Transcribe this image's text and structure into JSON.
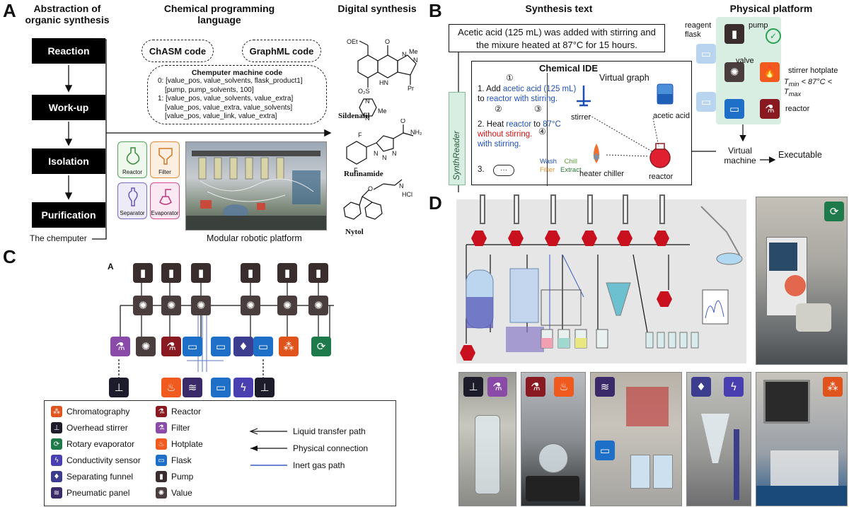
{
  "panelA": {
    "label": "A",
    "col1_title": "Abstraction of organic synthesis",
    "col2_title": "Chemical programming language",
    "col3_title": "Digital synthesis",
    "steps": [
      "Reaction",
      "Work-up",
      "Isolation",
      "Purification"
    ],
    "chempumper_caption": "The chemputer",
    "chasm_label": "ChASM code",
    "graphml_label": "GraphML code",
    "machine_code_title": "Chemputer machine code",
    "machine_code_lines": [
      "0: [value_pos, value_solvents, flask_product1]",
      "[pump, pump_solvents, 100]",
      "1: [value_pos, value_solvents, value_extra]",
      "[value_pos, value_extra, value_solvents]",
      "[value_pos, value_link, value_extra]"
    ],
    "modules": [
      "Reactor",
      "Filter",
      "Separator",
      "Evaporator"
    ],
    "platform_caption": "Modular robotic platform",
    "molecules": [
      "Sildenafil",
      "Rufinamide",
      "Nytol"
    ],
    "sildenafil_labels": [
      "OEt",
      "O",
      "Me",
      "HN",
      "N",
      "N",
      "Pr",
      "O₂S",
      "N",
      "N",
      "Me"
    ],
    "rufinamide_labels": [
      "F",
      "F",
      "N",
      "N",
      "N",
      "NH₂",
      "O"
    ],
    "nytol_labels": [
      "O",
      "N",
      "HCl"
    ]
  },
  "panelB": {
    "label": "B",
    "synth_text_title": "Synthesis text",
    "physical_title": "Physical platform",
    "synthesis_text": "Acetic acid (125 mL) was added with stirring and the mixure heated at 87°C for 15 hours.",
    "synthreader": "SynthReader",
    "ide_title": "Chemical IDE",
    "virtual_graph": "Virtual graph",
    "ide_step1_a": "1. Add ",
    "ide_step1_b": "acetic acid (125 mL)",
    "ide_step1_c": "to ",
    "ide_step1_d": "reactor with stirring.",
    "ide_step2_a": "2. Heat ",
    "ide_step2_b": "reactor",
    "ide_step2_c": " to ",
    "ide_step2_d": "87°C",
    "ide_step2_e": "without stirring.",
    "ide_step2_f": "with stirring.",
    "ide_step3": "3.",
    "ide_dots": "···",
    "ops": [
      "Wash",
      "Chill",
      "Filter",
      "Extract"
    ],
    "circled": [
      "①",
      "②",
      "③",
      "④"
    ],
    "graph_nodes": [
      "stirrer",
      "acetic acid",
      "heater chiller",
      "reactor"
    ],
    "virtual_machine": "Virtual machine",
    "executable": "Executable",
    "platform_labels": [
      "reagent flask",
      "pump",
      "valve",
      "stirrer hotplate",
      "reactor"
    ],
    "temp_constraint": "T<sub>min</sub> < 87°C < T<sub>max</sub>",
    "temp_constraint_text": "Tmin < 87°C < Tmax"
  },
  "panelC": {
    "label": "C",
    "inner_label": "A",
    "legend_left": [
      "Chromatography",
      "Overhead stirrer",
      "Rotary evaporator",
      "Conductivity sensor",
      "Separating funnel",
      "Pneumatic panel"
    ],
    "legend_mid": [
      "Reactor",
      "Filter",
      "Hotplate",
      "Flask",
      "Pump",
      "Value"
    ],
    "legend_paths": [
      "Liquid transfer path",
      "Physical connection",
      "Inert gas path"
    ]
  },
  "panelD": {
    "label": "D"
  },
  "colors": {
    "chromatography": "#e0531c",
    "stirrer": "#1c1c2a",
    "rotavap": "#1e7a4a",
    "conductivity": "#4a3fb0",
    "funnel": "#3d3d8f",
    "pneumatic": "#3a2a6a",
    "reactor": "#8a1a22",
    "filter": "#8a4aa8",
    "hotplate": "#f05a1e",
    "flask": "#1e6fc8",
    "pump": "#3a2d2d",
    "valve": "#4a3d3d",
    "hex_red": "#c8101e",
    "ide_blue": "#1f4fb5"
  }
}
